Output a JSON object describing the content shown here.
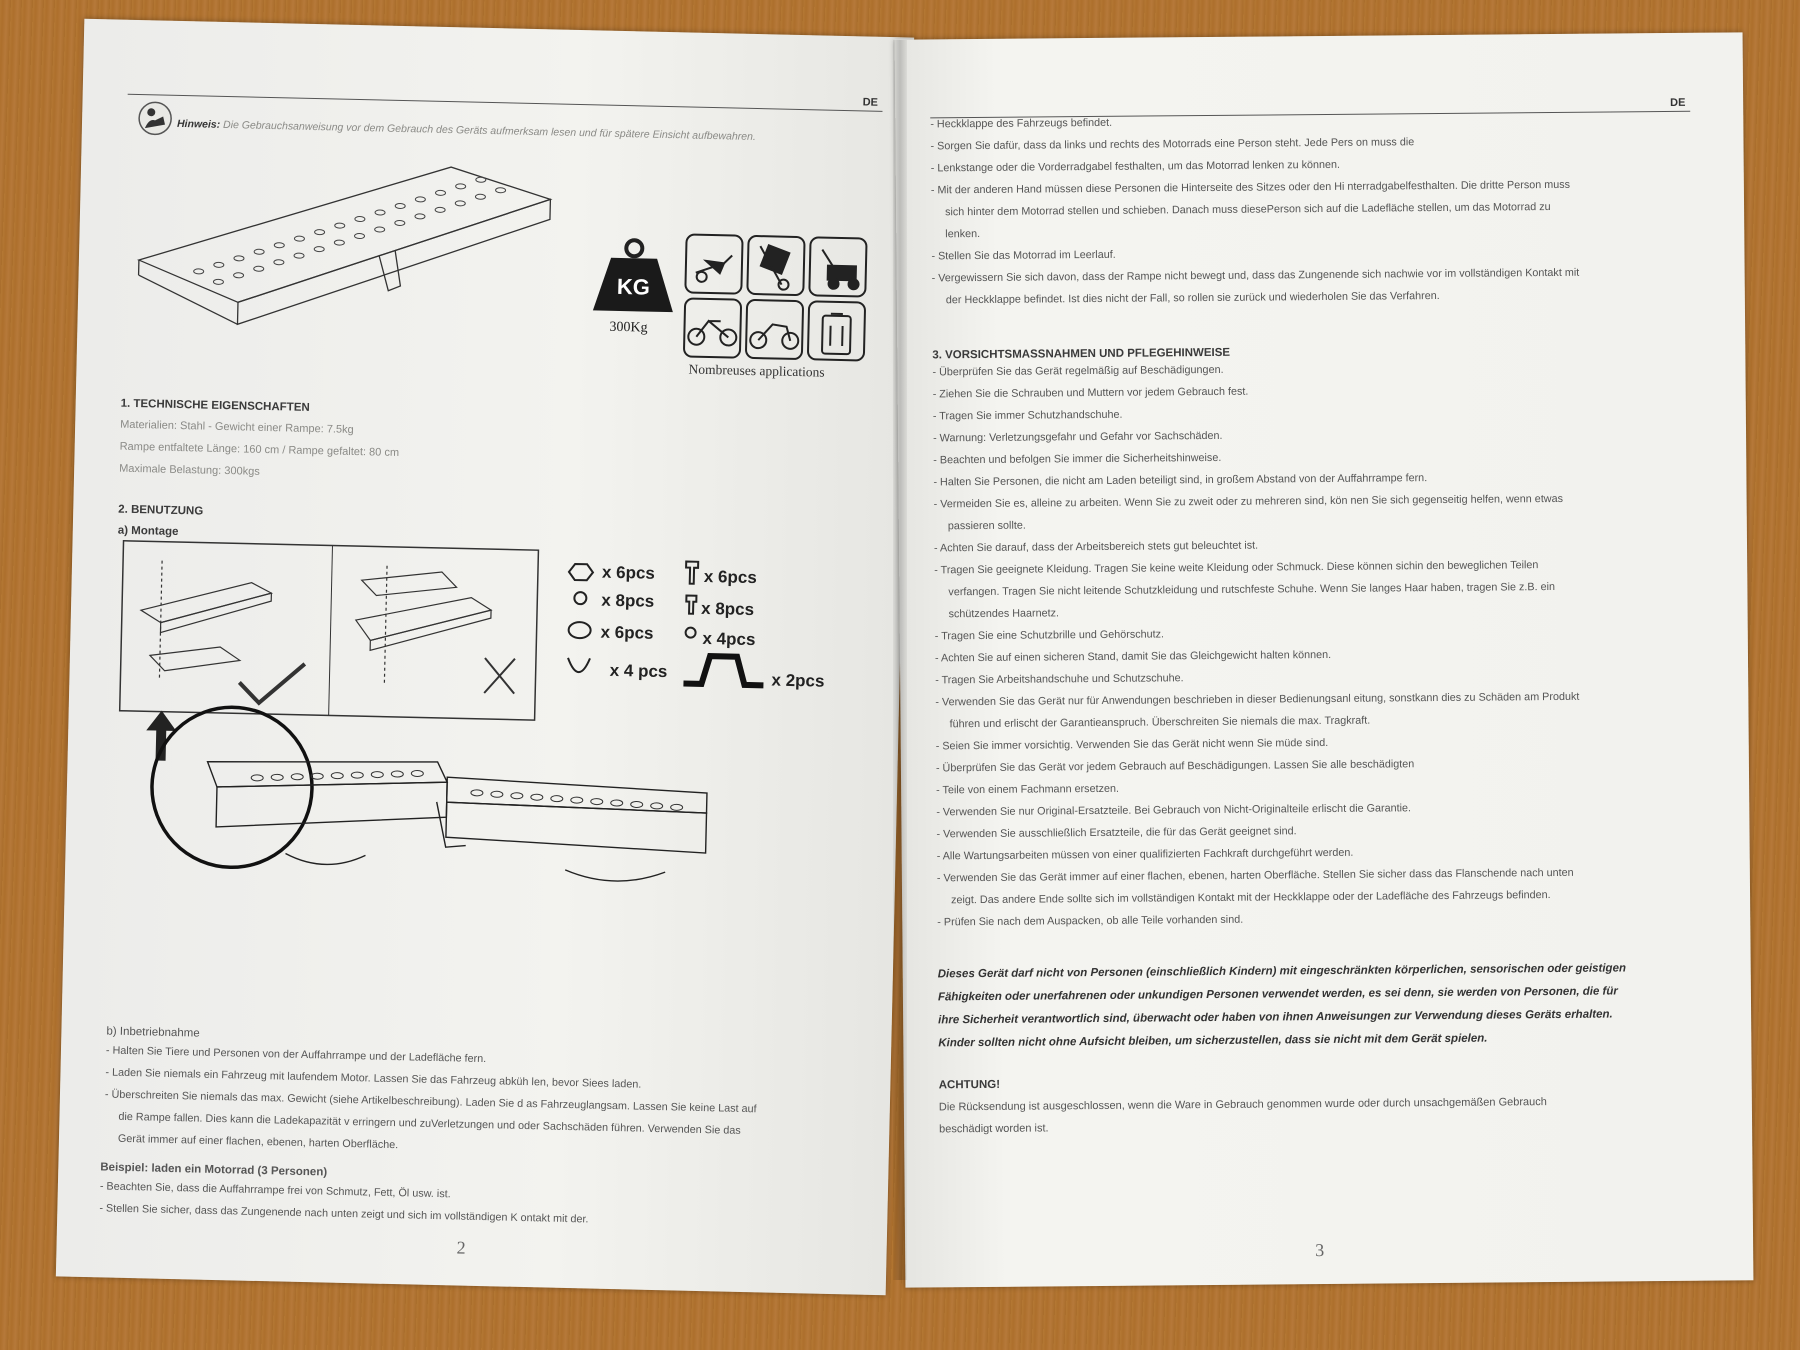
{
  "left_page": {
    "lang": "DE",
    "note_label": "Hinweis:",
    "note_text": "Die Gebrauchsanweisung vor dem Gebrauch des Geräts aufmerksam lesen und für spätere Einsicht aufbewahren.",
    "weight_badge": "KG",
    "weight_value": "300Kg",
    "applications_caption": "Nombreuses applications",
    "section1_title": "1. TECHNISCHE EIGENSCHAFTEN",
    "section1_lines": [
      "Materialien: Stahl - Gewicht einer Rampe: 7.5kg",
      "Rampe entfaltete Länge: 160 cm / Rampe gefaltet: 80 cm",
      "Maximale Belastung: 300kgs"
    ],
    "section2_title": "2. BENUTZUNG",
    "section2a_title": "a) Montage",
    "hardware_counts": [
      "x 6pcs",
      "x 8pcs",
      "x 6pcs",
      "x 4 pcs",
      "x 6pcs",
      "x 8pcs",
      "x 4pcs",
      "x 2pcs"
    ],
    "section2b_title": "b) Inbetriebnahme",
    "section2b_lines": [
      "- Halten Sie Tiere und Personen von der Auffahrrampe und der Ladefläche fern.",
      "- Laden Sie niemals ein Fahrzeug mit laufendem Motor. Lassen Sie das Fahrzeug abküh len, bevor Siees laden.",
      "- Überschreiten Sie niemals das max. Gewicht (siehe Artikelbeschreibung). Laden Sie d as Fahrzeuglangsam. Lassen Sie keine Last auf",
      "die Rampe fallen. Dies kann die Ladekapazität v erringern und zuVerletzungen und oder Sachschäden führen. Verwenden Sie das",
      "Gerät immer auf einer flachen, ebenen, harten Oberfläche."
    ],
    "example_title": "Beispiel: laden ein Motorrad (3 Personen)",
    "example_lines": [
      "- Beachten Sie, dass die Auffahrrampe frei von Schmutz, Fett, Öl usw. ist.",
      "- Stellen Sie sicher, dass das Zungenende nach unten zeigt und sich im vollständigen K ontakt mit der."
    ],
    "page_number": "2"
  },
  "right_page": {
    "lang": "DE",
    "top_lines": [
      "- Heckklappe des Fahrzeugs befindet.",
      "- Sorgen Sie dafür, dass da links und rechts des Motorrads eine Person steht. Jede Pers on muss die",
      "- Lenkstange oder die Vorderradgabel festhalten, um das Motorrad lenken zu können.",
      "- Mit der anderen Hand müssen diese Personen die Hinterseite des Sitzes oder den Hi nterradgabelfesthalten. Die dritte Person muss",
      "sich hinter dem Motorrad stellen und schieben. Danach muss diesePerson sich auf die Ladefläche stellen, um das Motorrad zu",
      "lenken.",
      "- Stellen Sie das Motorrad im Leerlauf.",
      "- Vergewissern Sie sich davon, dass der Rampe nicht bewegt und, dass das Zungenende sich nachwie vor im vollständigen Kontakt mit",
      "der Heckklappe befindet. Ist dies nicht der Fall, so rollen sie zurück und wiederholen Sie das Verfahren."
    ],
    "section3_title": "3. VORSICHTSMASSNAHMEN UND PFLEGEHINWEISE",
    "section3_lines": [
      "- Überprüfen Sie das Gerät regelmäßig auf Beschädigungen.",
      "- Ziehen Sie die Schrauben und Muttern vor jedem Gebrauch fest.",
      "- Tragen Sie immer Schutzhandschuhe.",
      "- Warnung: Verletzungsgefahr und Gefahr vor Sachschäden.",
      "- Beachten und befolgen Sie immer die Sicherheitshinweise.",
      "- Halten Sie Personen, die nicht am Laden beteiligt sind, in großem Abstand von der Auffahrrampe fern.",
      "- Vermeiden Sie es, alleine zu arbeiten. Wenn Sie zu zweit oder zu mehreren sind, kön nen Sie sich gegenseitig helfen, wenn etwas",
      "passieren sollte.",
      "- Achten Sie darauf, dass der Arbeitsbereich stets gut beleuchtet ist.",
      "- Tragen Sie geeignete Kleidung. Tragen Sie keine weite Kleidung oder Schmuck. Diese können sichin den beweglichen Teilen",
      "verfangen. Tragen Sie nicht leitende Schutzkleidung und rutschfeste Schuhe. Wenn Sie langes Haar haben, tragen Sie z.B. ein",
      "schützendes Haarnetz.",
      "- Tragen Sie eine Schutzbrille und Gehörschutz.",
      "- Achten Sie auf einen sicheren Stand, damit Sie das Gleichgewicht halten können.",
      "- Tragen Sie Arbeitshandschuhe und Schutzschuhe.",
      "- Verwenden Sie das Gerät nur für Anwendungen beschrieben in dieser Bedienungsanl eitung, sonstkann dies zu Schäden am Produkt",
      "führen und erlischt der Garantieanspruch. Überschreiten Sie niemals die max. Tragkraft.",
      "- Seien Sie immer vorsichtig. Verwenden Sie das Gerät nicht wenn Sie müde sind.",
      "- Überprüfen Sie das Gerät vor jedem Gebrauch auf Beschädigungen. Lassen Sie alle beschädigten",
      "- Teile von einem Fachmann ersetzen.",
      "- Verwenden Sie nur Original-Ersatzteile. Bei Gebrauch von Nicht-Originalteile erlischt die Garantie.",
      "- Verwenden Sie ausschließlich Ersatzteile, die für das Gerät geeignet sind.",
      "- Alle Wartungsarbeiten müssen von einer qualifizierten Fachkraft durchgeführt werden.",
      "- Verwenden Sie das Gerät immer auf einer flachen, ebenen, harten Oberfläche. Stellen Sie sicher dass das Flanschende nach unten",
      "zeigt. Das andere Ende sollte sich im vollständigen Kontakt mit der Heckklappe oder der Ladefläche des Fahrzeugs befinden.",
      "- Prüfen Sie nach dem Auspacken, ob alle Teile vorhanden sind."
    ],
    "warning_bold": [
      "Dieses Gerät darf nicht von Personen (einschließlich Kindern) mit eingeschränkten körperlichen, sensorischen oder geistigen",
      "Fähigkeiten oder unerfahrenen oder unkundigen Personen verwendet werden, es sei denn, sie werden von Personen, die für",
      "ihre Sicherheit verantwortlich sind, überwacht oder haben von ihnen Anweisungen zur Verwendung dieses Geräts erhalten.",
      "Kinder sollten nicht ohne Aufsicht bleiben, um sicherzustellen, dass sie nicht mit dem Gerät spielen."
    ],
    "achtung_title": "ACHTUNG!",
    "achtung_lines": [
      "Die Rücksendung ist ausgeschlossen, wenn die Ware in Gebrauch genommen wurde oder durch unsachgemäßen Gebrauch",
      "beschädigt worden ist."
    ],
    "page_number": "3"
  }
}
